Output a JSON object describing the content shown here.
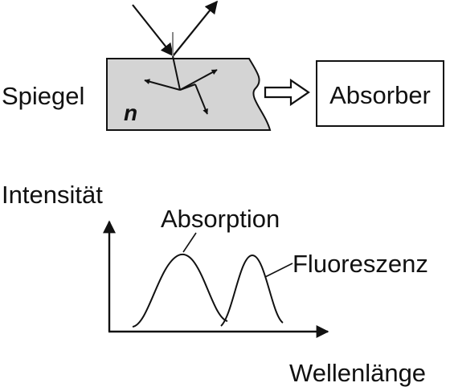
{
  "colors": {
    "ink": "#111111",
    "mirror_fill": "#d4d4d4",
    "background": "#ffffff"
  },
  "labels": {
    "mirror": "Spiegel",
    "refractive_index": "n",
    "absorber": "Absorber",
    "y_axis": "Intensität",
    "absorption_peak": "Absorption",
    "fluorescence_peak": "Fluoreszenz",
    "x_axis": "Wellenlänge"
  }
}
